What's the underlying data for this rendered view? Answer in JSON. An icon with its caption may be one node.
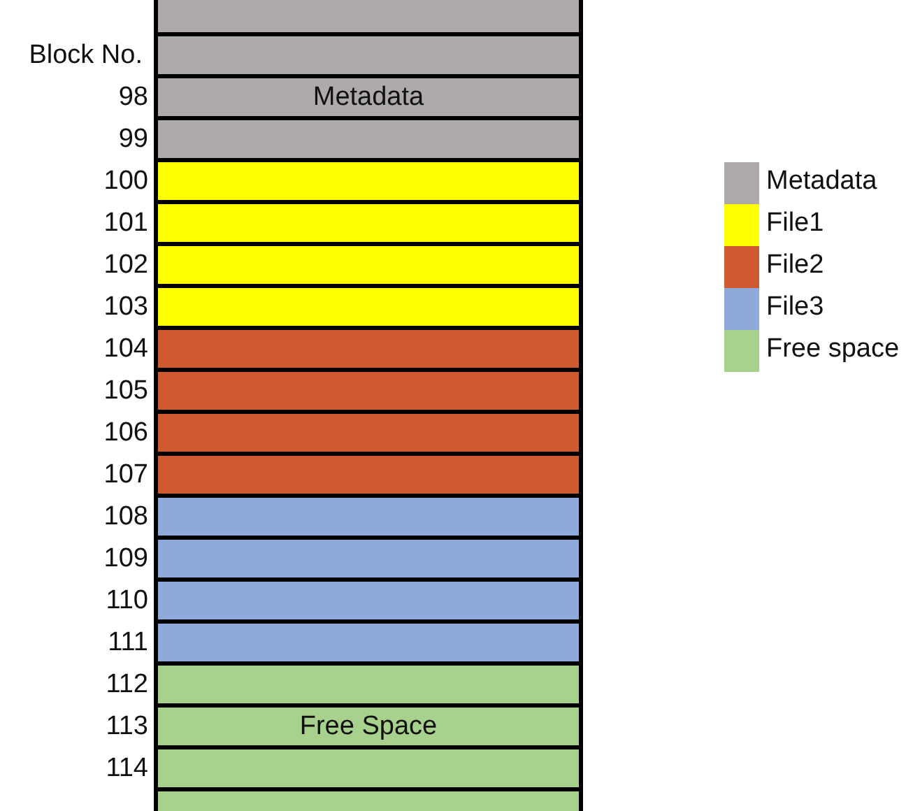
{
  "diagram": {
    "nodes": [
      {
        "text": [],
        "shape": "box"
      },
      {
        "text": [],
        "shape": "box"
      },
      {
        "text": [
          "Metadata"
        ],
        "beside": [
          "98"
        ]
      },
      {
        "text": [],
        "shape": "box",
        "beside": [
          "99"
        ]
      },
      {
        "text": [],
        "shape": "box",
        "beside": [
          "100"
        ]
      },
      {
        "text": [],
        "shape": "box",
        "beside": [
          "101"
        ]
      },
      {
        "text": [],
        "shape": "box",
        "beside": [
          "102"
        ]
      },
      {
        "text": [],
        "shape": "box",
        "beside": [
          "103"
        ]
      },
      {
        "text": [],
        "shape": "box",
        "beside": [
          "104"
        ]
      },
      {
        "text": [],
        "shape": "box",
        "beside": [
          "105"
        ]
      },
      {
        "text": [],
        "shape": "box",
        "beside": [
          "106"
        ]
      },
      {
        "text": [],
        "shape": "box",
        "beside": [
          "107"
        ]
      },
      {
        "text": [],
        "shape": "box",
        "beside": [
          "108"
        ]
      },
      {
        "text": [],
        "shape": "box",
        "beside": [
          "109"
        ]
      },
      {
        "text": [],
        "shape": "box",
        "beside": [
          "110"
        ]
      },
      {
        "text": [],
        "shape": "box",
        "beside": [
          "111"
        ]
      },
      {
        "text": [],
        "shape": "box",
        "beside": [
          "112"
        ]
      },
      {
        "text": [
          "Free Space"
        ],
        "beside": [
          "113"
        ]
      },
      {
        "text": [],
        "shape": "box",
        "beside": [
          "114"
        ]
      },
      {
        "text": [],
        "shape": "box"
      }
    ],
    "labels": [
      "Block No."
    ],
    "legend": [
      {
        "text": "Metadata",
        "color": "#aeaaaa"
      },
      {
        "text": "File1",
        "color": "#ffff00"
      },
      {
        "text": "File2",
        "color": "#d05a30"
      },
      {
        "text": "File3",
        "color": "#8eaadb"
      },
      {
        "text": "Free space",
        "color": "#a9d18e"
      }
    ]
  }
}
